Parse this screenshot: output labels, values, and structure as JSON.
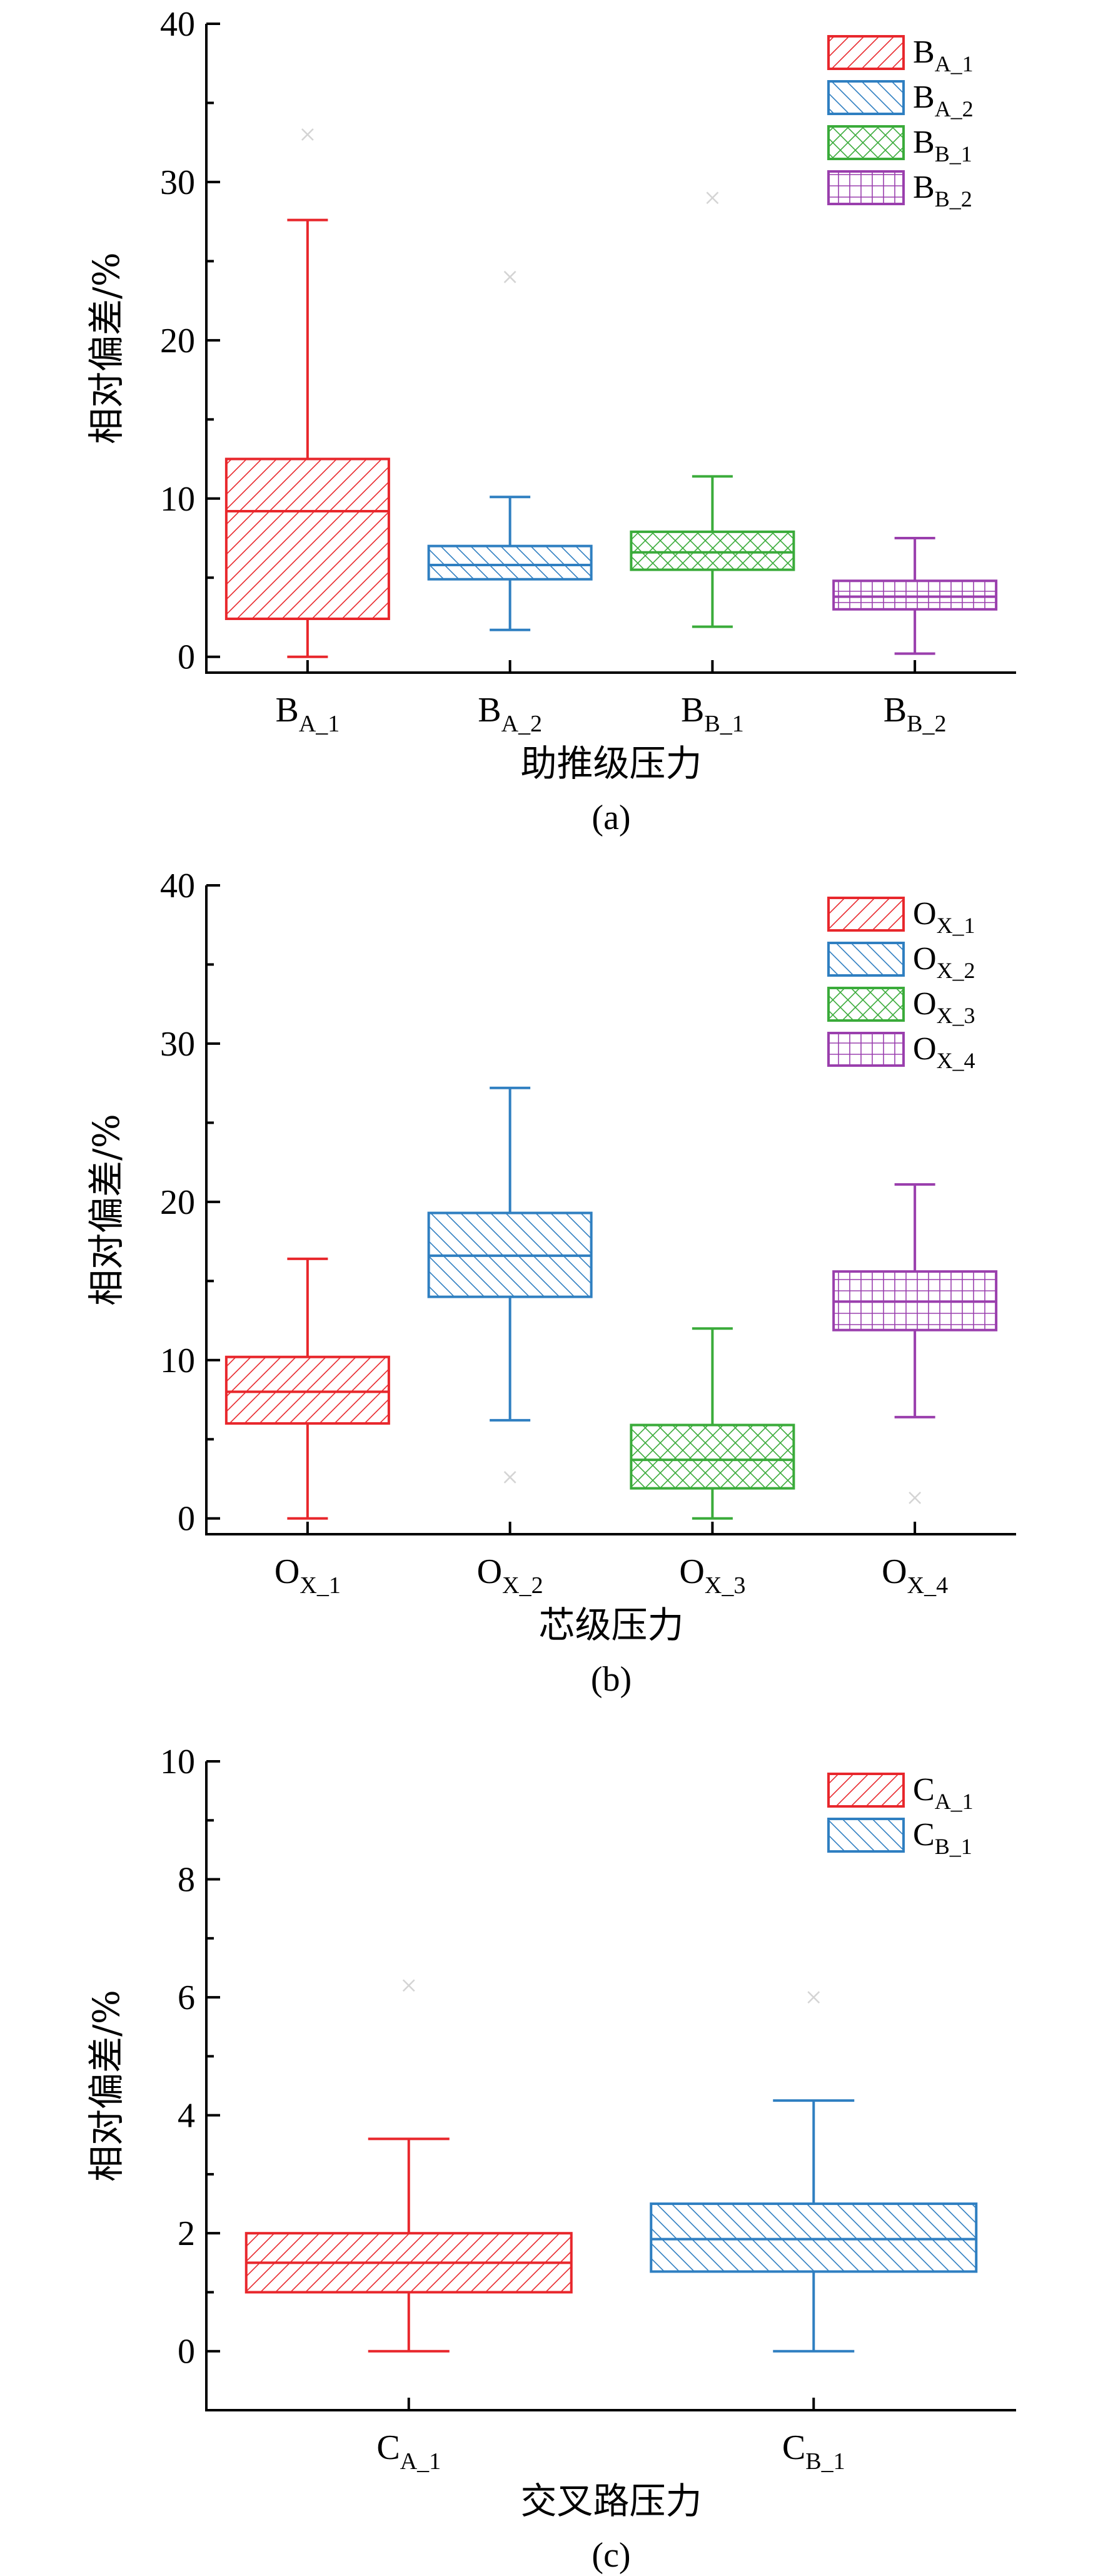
{
  "chart_data": [
    {
      "type": "box",
      "panel_label": "(a)",
      "xlabel": "助推级压力",
      "ylabel": "相对偏差/%",
      "ylim": [
        -1,
        40
      ],
      "yticks": [
        0,
        10,
        20,
        30,
        40
      ],
      "minor_yticks": true,
      "legend_position": "top-right",
      "categories": [
        {
          "base": "B",
          "sub": "A_1"
        },
        {
          "base": "B",
          "sub": "A_2"
        },
        {
          "base": "B",
          "sub": "B_1"
        },
        {
          "base": "B",
          "sub": "B_2"
        }
      ],
      "series": [
        {
          "label_base": "B",
          "label_sub": "A_1",
          "color": "#e8272c",
          "pattern": "diag-up",
          "min": 0,
          "q1": 2.4,
          "median": 9.2,
          "q3": 12.5,
          "max": 27.6,
          "outliers": [
            33
          ]
        },
        {
          "label_base": "B",
          "label_sub": "A_2",
          "color": "#2f7fc1",
          "pattern": "diag-down",
          "min": 1.7,
          "q1": 4.9,
          "median": 5.8,
          "q3": 7.0,
          "max": 10.1,
          "outliers": [
            24
          ]
        },
        {
          "label_base": "B",
          "label_sub": "B_1",
          "color": "#3aab3a",
          "pattern": "cross",
          "min": 1.9,
          "q1": 5.5,
          "median": 6.6,
          "q3": 7.9,
          "max": 11.4,
          "outliers": [
            29
          ]
        },
        {
          "label_base": "B",
          "label_sub": "B_2",
          "color": "#9a3fad",
          "pattern": "grid",
          "min": 0.2,
          "q1": 3.0,
          "median": 3.8,
          "q3": 4.8,
          "max": 7.5,
          "outliers": []
        }
      ]
    },
    {
      "type": "box",
      "panel_label": "(b)",
      "xlabel": "芯级压力",
      "ylabel": "相对偏差/%",
      "ylim": [
        -1,
        40
      ],
      "yticks": [
        0,
        10,
        20,
        30,
        40
      ],
      "minor_yticks": true,
      "legend_position": "top-right",
      "categories": [
        {
          "base": "O",
          "sub": "X_1"
        },
        {
          "base": "O",
          "sub": "X_2"
        },
        {
          "base": "O",
          "sub": "X_3"
        },
        {
          "base": "O",
          "sub": "X_4"
        }
      ],
      "series": [
        {
          "label_base": "O",
          "label_sub": "X_1",
          "color": "#e8272c",
          "pattern": "diag-up",
          "min": 0,
          "q1": 6.0,
          "median": 8.0,
          "q3": 10.2,
          "max": 16.4,
          "outliers": []
        },
        {
          "label_base": "O",
          "label_sub": "X_2",
          "color": "#2f7fc1",
          "pattern": "diag-down",
          "min": 6.2,
          "q1": 14.0,
          "median": 16.6,
          "q3": 19.3,
          "max": 27.2,
          "outliers": [
            2.6
          ]
        },
        {
          "label_base": "O",
          "label_sub": "X_3",
          "color": "#3aab3a",
          "pattern": "cross",
          "min": 0,
          "q1": 1.9,
          "median": 3.7,
          "q3": 5.9,
          "max": 12.0,
          "outliers": []
        },
        {
          "label_base": "O",
          "label_sub": "X_4",
          "color": "#9a3fad",
          "pattern": "grid",
          "min": 6.4,
          "q1": 11.9,
          "median": 13.7,
          "q3": 15.6,
          "max": 21.1,
          "outliers": [
            1.3
          ]
        }
      ]
    },
    {
      "type": "box",
      "panel_label": "(c)",
      "xlabel": "交叉路压力",
      "ylabel": "相对偏差/%",
      "ylim": [
        -1,
        10
      ],
      "yticks": [
        0,
        2,
        4,
        6,
        8,
        10
      ],
      "minor_yticks": true,
      "legend_position": "top-right",
      "categories": [
        {
          "base": "C",
          "sub": "A_1"
        },
        {
          "base": "C",
          "sub": "B_1"
        }
      ],
      "series": [
        {
          "label_base": "C",
          "label_sub": "A_1",
          "color": "#e8272c",
          "pattern": "diag-up",
          "min": 0,
          "q1": 1.0,
          "median": 1.5,
          "q3": 2.0,
          "max": 3.6,
          "outliers": [
            6.2
          ]
        },
        {
          "label_base": "C",
          "label_sub": "B_1",
          "color": "#2f7fc1",
          "pattern": "diag-down",
          "min": 0,
          "q1": 1.35,
          "median": 1.9,
          "q3": 2.5,
          "max": 4.25,
          "outliers": [
            6.0
          ]
        }
      ]
    }
  ]
}
